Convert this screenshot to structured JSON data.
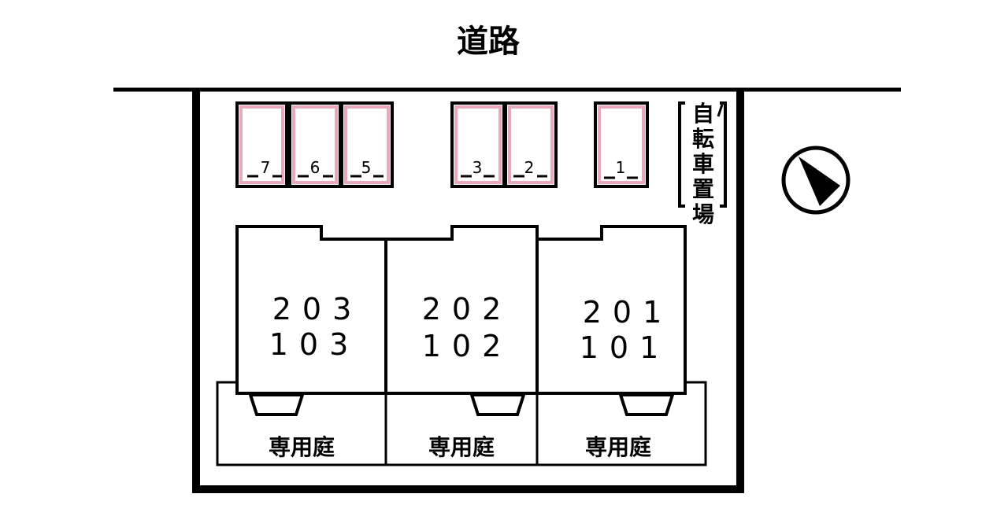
{
  "road": {
    "label": "道路"
  },
  "parking": {
    "slots": [
      {
        "number": "7"
      },
      {
        "number": "6"
      },
      {
        "number": "5"
      },
      {
        "number": "3"
      },
      {
        "number": "2"
      },
      {
        "number": "1"
      }
    ],
    "slot_color": "#e8a9bb"
  },
  "bicycle": {
    "chars": [
      "自",
      "転",
      "車",
      "置",
      "場"
    ]
  },
  "units": [
    {
      "upper": "203",
      "lower": "103"
    },
    {
      "upper": "202",
      "lower": "102"
    },
    {
      "upper": "201",
      "lower": "101"
    }
  ],
  "gardens": [
    {
      "label": "専用庭"
    },
    {
      "label": "専用庭"
    },
    {
      "label": "専用庭"
    }
  ],
  "compass": {
    "icon": "north-arrow-icon"
  }
}
